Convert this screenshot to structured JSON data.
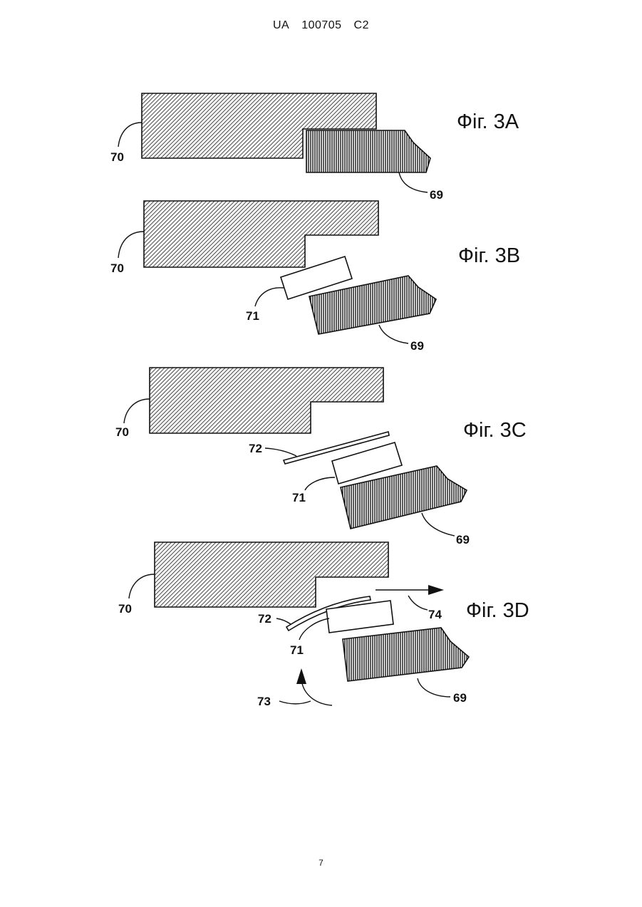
{
  "header": {
    "country": "UA",
    "number": "100705",
    "kind": "C2"
  },
  "page_number": "7",
  "figures": [
    {
      "title": "Фіг. 3A",
      "refs": [
        "70",
        "69"
      ]
    },
    {
      "title": "Фіг. 3B",
      "refs": [
        "70",
        "71",
        "69"
      ]
    },
    {
      "title": "Фіг. 3C",
      "refs": [
        "70",
        "72",
        "71",
        "69"
      ]
    },
    {
      "title": "Фіг. 3D",
      "refs": [
        "70",
        "72",
        "71",
        "73",
        "74",
        "69"
      ]
    }
  ],
  "colors": {
    "ink": "#111111",
    "paper": "#ffffff"
  }
}
